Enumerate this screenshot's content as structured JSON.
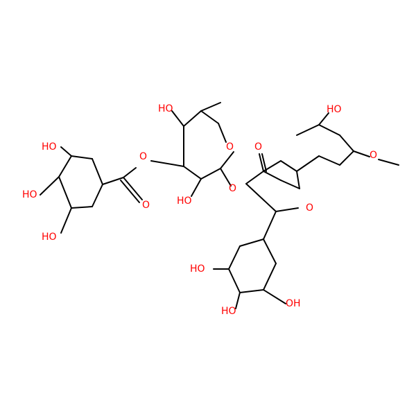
{
  "colors": {
    "bond": "#000000",
    "oxygen": "#ff0000",
    "background": "#ffffff"
  },
  "labels": {
    "oh_sugar_top": "HO",
    "oh_sugar_bottom": "HO",
    "o_ring": "O",
    "o_ester": "O",
    "o_carbonyl_ester": "O",
    "o_glycosidic": "O",
    "o_ketone": "O",
    "o_chromone_ring": "O",
    "oh_chromone_5": "HO",
    "o_methoxy": "O",
    "oh_galloyl_top": "HO",
    "oh_galloyl_mid": "HO",
    "oh_galloyl_bottom": "HO",
    "oh_bring_left": "HO",
    "oh_bring_mid": "HO",
    "oh_bring_right": "OH"
  }
}
